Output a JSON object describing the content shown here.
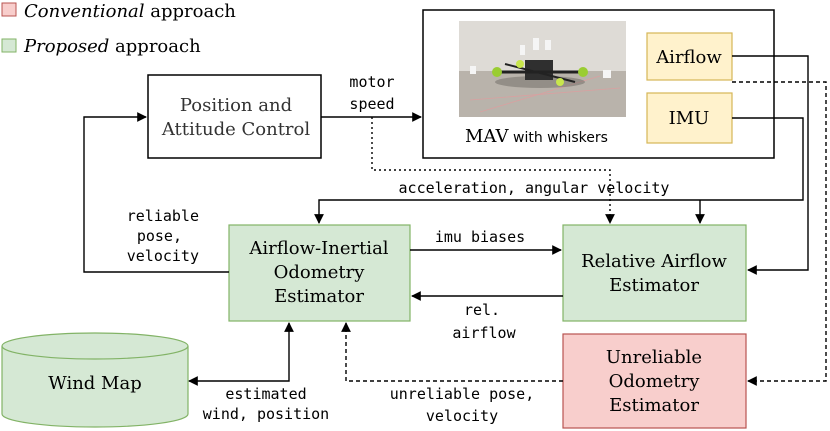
{
  "legend": {
    "conventional_em": "Conventional",
    "conventional_rest": " approach",
    "proposed_em": "Proposed",
    "proposed_rest": " approach"
  },
  "blocks": {
    "position_control": {
      "line1": "Position and",
      "line2": "Attitude Control"
    },
    "mav": {
      "label": "MAV",
      "suffix": " with whiskers"
    },
    "airflow_sensor": "Airflow",
    "imu": "IMU",
    "aio_estimator": {
      "line1": "Airflow-Inertial",
      "line2": "Odometry",
      "line3": "Estimator"
    },
    "relative_airflow": {
      "line1": "Relative Airflow",
      "line2": "Estimator"
    },
    "unreliable_odometry": {
      "line1": "Unreliable",
      "line2": "Odometry",
      "line3": "Estimator"
    },
    "wind_map": "Wind Map"
  },
  "edge_labels": {
    "motor_speed": {
      "line1": "motor",
      "line2": "speed"
    },
    "accel_ang_vel": "acceleration, angular velocity",
    "reliable_pose": {
      "line1": "reliable",
      "line2": "pose,",
      "line3": "velocity"
    },
    "imu_biases": "imu biases",
    "rel_airflow": {
      "line1": "rel.",
      "line2": "airflow"
    },
    "estimated_wind": {
      "line1": "estimated",
      "line2": "wind, position"
    },
    "unreliable_pose": {
      "line1": "unreliable pose,",
      "line2": "velocity"
    }
  },
  "colors": {
    "conventional_fill": "#f8cecc",
    "conventional_stroke": "#b85450",
    "proposed_fill": "#d5e8d4",
    "proposed_stroke": "#82b366",
    "sensor_fill": "#fff2cc",
    "sensor_stroke": "#d6b656",
    "line": "#000000"
  }
}
